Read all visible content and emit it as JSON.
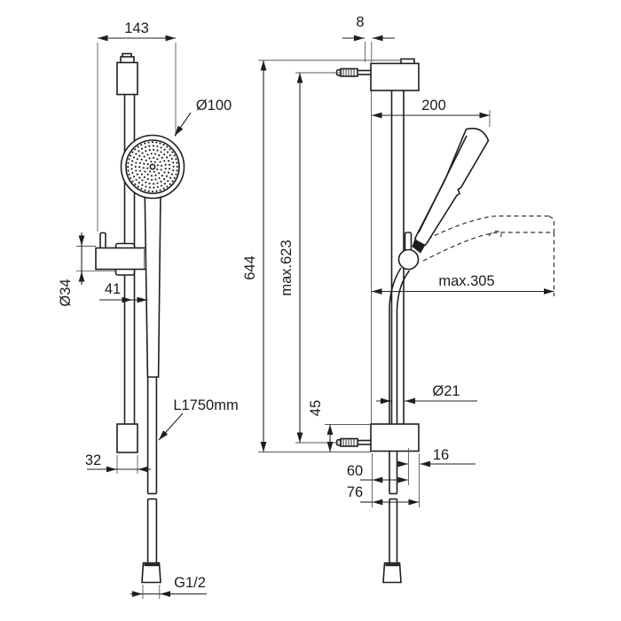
{
  "drawing": {
    "front_view": {
      "dim_top_width": "143",
      "dim_head_diameter": "Ø100",
      "dim_slider_diameter": "Ø34",
      "dim_axis_offset": "41",
      "hose_length_label": "L1750mm",
      "dim_bottom_bracket_width": "32",
      "thread_label": "G1/2"
    },
    "side_view": {
      "dim_screw_offset": "8",
      "dim_top_reach": "200",
      "dim_overall_height": "644",
      "dim_fixing_distance": "max.623",
      "dim_max_reach": "max.305",
      "dim_rail_diameter": "Ø21",
      "dim_bracket_height": "45",
      "dim_hose_edge_offset": "16",
      "dim_hose_wall_distance": "60",
      "dim_bracket_depth": "76"
    }
  }
}
